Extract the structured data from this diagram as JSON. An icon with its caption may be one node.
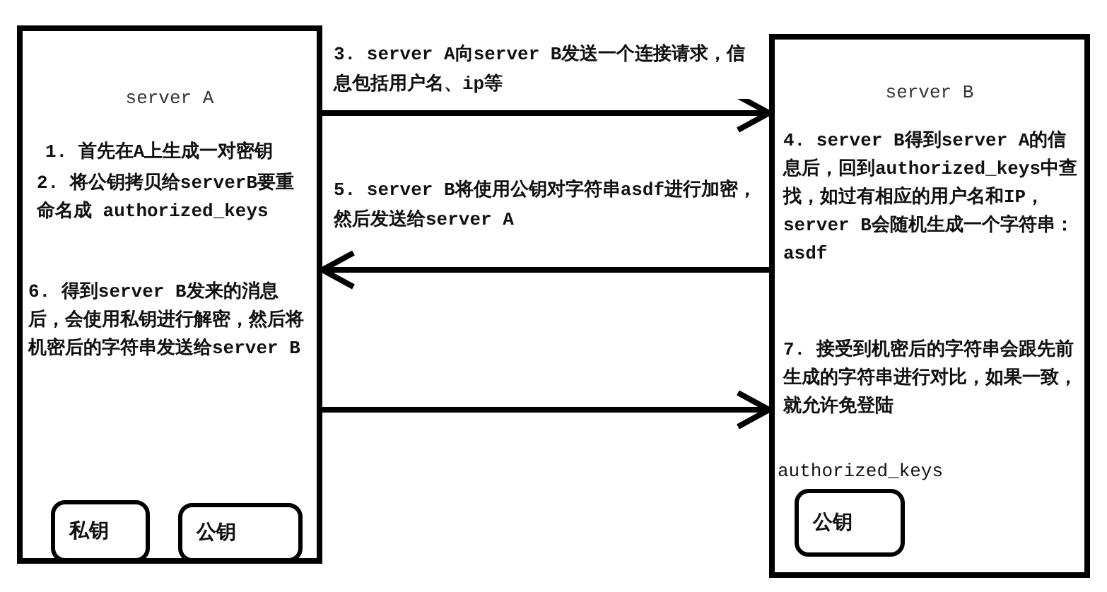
{
  "diagram": {
    "nodes": [
      {
        "text": [
          "server A",
          "1. 首先在A上生成一对密钥",
          "2. 将公钥拷贝给serverB要重命名成 authorized_keys",
          "6. 得到server B发来的消息后，会使用私钥进行解密，然后将机密后的字符串发送给server B"
        ]
      },
      {
        "text": [
          "私钥"
        ],
        "in": 0
      },
      {
        "text": [
          "公钥"
        ],
        "in": 0
      },
      {
        "text": [
          "server B",
          "4. server B得到server A的信息后，回到authorized_keys中查找，如过有相应的用户名和IP，server B会随机生成一个字符串：asdf",
          "7. 接受到机密后的字符串会跟先前生成的字符串进行对比，如果一致，就允许免登陆",
          "authorized_keys"
        ]
      },
      {
        "text": [
          "公钥"
        ],
        "in": 3
      }
    ],
    "edges": [
      {
        "from": 0,
        "to": 3,
        "arrow": "to",
        "label": "3. server A向server B发送一个连接请求，信息包括用户名、ip等"
      },
      {
        "from": 3,
        "to": 0,
        "arrow": "to",
        "label": "5. server B将使用公钥对字符串asdf进行加密，然后发送给server A"
      },
      {
        "from": 0,
        "to": 3,
        "arrow": "to"
      }
    ]
  }
}
